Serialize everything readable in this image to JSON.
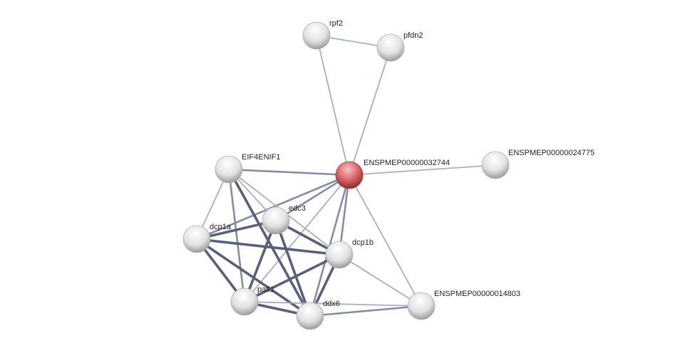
{
  "nodes": [
    {
      "id": "rpf2",
      "label": "rpf2",
      "focus": false
    },
    {
      "id": "pfdn2",
      "label": "pfdn2",
      "focus": false
    },
    {
      "id": "ENSPMEP00000032744",
      "label": "ENSPMEP00000032744",
      "focus": true
    },
    {
      "id": "ENSPMEP00000024775",
      "label": "ENSPMEP00000024775",
      "focus": false
    },
    {
      "id": "EIF4ENIF1",
      "label": "EIF4ENIF1",
      "focus": false
    },
    {
      "id": "edc3",
      "label": "edc3",
      "focus": false
    },
    {
      "id": "dcp1a",
      "label": "dcp1a",
      "focus": false
    },
    {
      "id": "dcp1b",
      "label": "dcp1b",
      "focus": false
    },
    {
      "id": "patl1",
      "label": "patl1",
      "focus": false
    },
    {
      "id": "ddx6",
      "label": "ddx6",
      "focus": false
    },
    {
      "id": "ENSPMEP00000014803",
      "label": "ENSPMEP00000014803",
      "focus": false
    }
  ],
  "edges": [
    [
      "rpf2",
      "pfdn2",
      1
    ],
    [
      "rpf2",
      "ENSPMEP00000032744",
      1
    ],
    [
      "pfdn2",
      "ENSPMEP00000032744",
      1
    ],
    [
      "ENSPMEP00000032744",
      "ENSPMEP00000024775",
      1
    ],
    [
      "ENSPMEP00000032744",
      "EIF4ENIF1",
      2
    ],
    [
      "ENSPMEP00000032744",
      "edc3",
      2
    ],
    [
      "ENSPMEP00000032744",
      "dcp1a",
      2
    ],
    [
      "ENSPMEP00000032744",
      "dcp1b",
      2
    ],
    [
      "ENSPMEP00000032744",
      "patl1",
      1
    ],
    [
      "ENSPMEP00000032744",
      "ddx6",
      2
    ],
    [
      "ENSPMEP00000032744",
      "ENSPMEP00000014803",
      1
    ],
    [
      "EIF4ENIF1",
      "dcp1a",
      1
    ],
    [
      "EIF4ENIF1",
      "edc3",
      1
    ],
    [
      "EIF4ENIF1",
      "dcp1b",
      1
    ],
    [
      "EIF4ENIF1",
      "patl1",
      2
    ],
    [
      "EIF4ENIF1",
      "ddx6",
      3
    ],
    [
      "edc3",
      "dcp1a",
      3
    ],
    [
      "edc3",
      "dcp1b",
      3
    ],
    [
      "edc3",
      "patl1",
      3
    ],
    [
      "edc3",
      "ddx6",
      3
    ],
    [
      "dcp1a",
      "dcp1b",
      3
    ],
    [
      "dcp1a",
      "patl1",
      3
    ],
    [
      "dcp1a",
      "ddx6",
      3
    ],
    [
      "dcp1b",
      "patl1",
      3
    ],
    [
      "dcp1b",
      "ddx6",
      3
    ],
    [
      "dcp1b",
      "ENSPMEP00000014803",
      1
    ],
    [
      "patl1",
      "ddx6",
      3
    ],
    [
      "patl1",
      "ENSPMEP00000014803",
      1
    ],
    [
      "ddx6",
      "ENSPMEP00000014803",
      2
    ]
  ],
  "colors": {
    "node": "#d8d8d8",
    "focus_node": "#d9575d",
    "edge_thin": "#a8aebf",
    "edge_mid": "#858ca3",
    "edge_thick": "#5a6079"
  }
}
